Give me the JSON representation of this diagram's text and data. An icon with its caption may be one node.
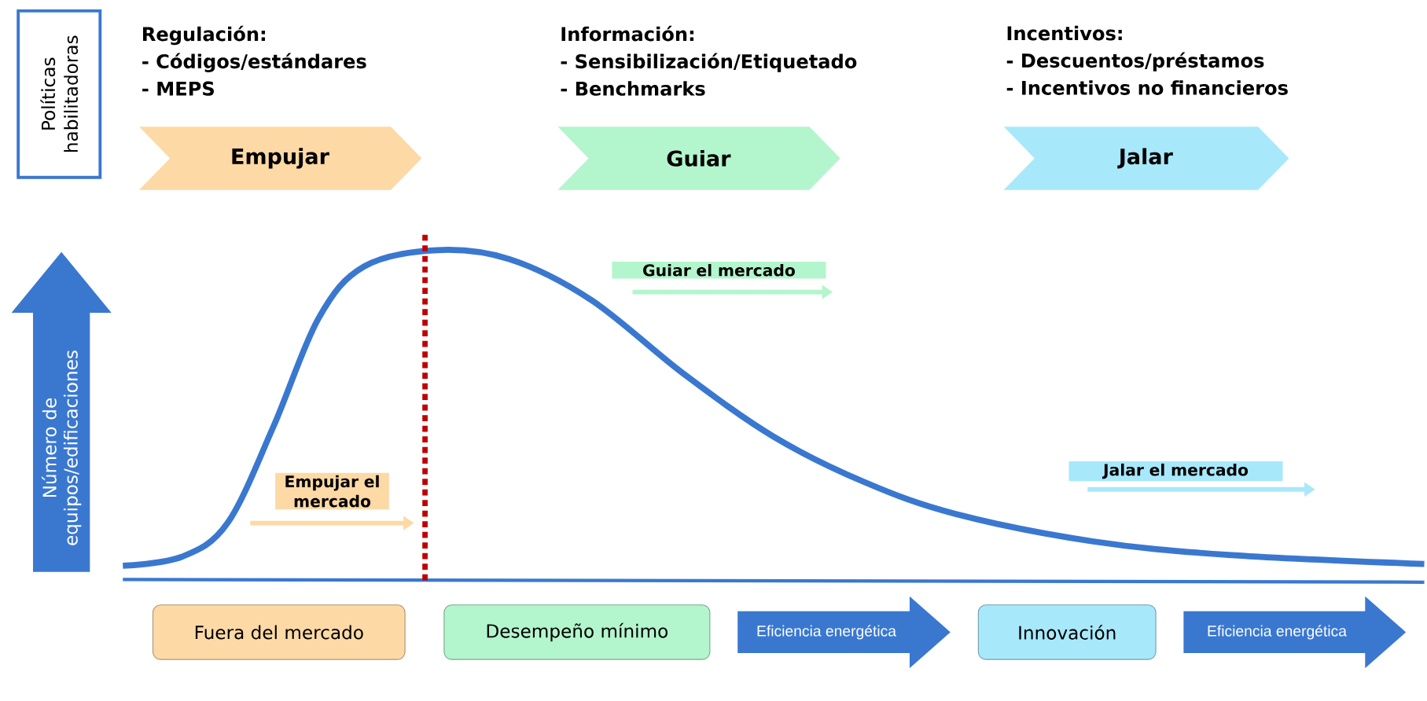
{
  "diagram": {
    "nodes": [
      {
        "text": [
          "Políticas habilitadoras"
        ]
      },
      {
        "text": [
          "Empujar"
        ],
        "beside": [
          "Regulación:",
          "- Códigos/estándares",
          "- MEPS"
        ]
      },
      {
        "text": [
          "Guiar"
        ],
        "beside": [
          "Información:",
          "- Sensibilización/Etiquetado",
          "- Benchmarks"
        ]
      },
      {
        "text": [
          "Jalar"
        ],
        "beside": [
          "Incentivos:",
          "- Descuentos/préstamos",
          "- Incentivos no financieros"
        ]
      },
      {
        "text": [
          "Número de equipos/edificaciones"
        ]
      },
      {
        "text": [
          "Fuera del mercado"
        ]
      },
      {
        "text": [
          "Desempeño mínimo"
        ]
      },
      {
        "text": [
          "Innovación"
        ]
      }
    ],
    "edges": [
      {
        "from": 6,
        "to": 7,
        "arrow": "to",
        "label": "Eficiencia energética"
      },
      {
        "from": 7,
        "to": null,
        "arrow": "to",
        "label": "Eficiencia energética"
      }
    ],
    "labels": [
      "Guiar el mercado",
      "Empujar el mercado",
      "Jalar el mercado"
    ]
  }
}
